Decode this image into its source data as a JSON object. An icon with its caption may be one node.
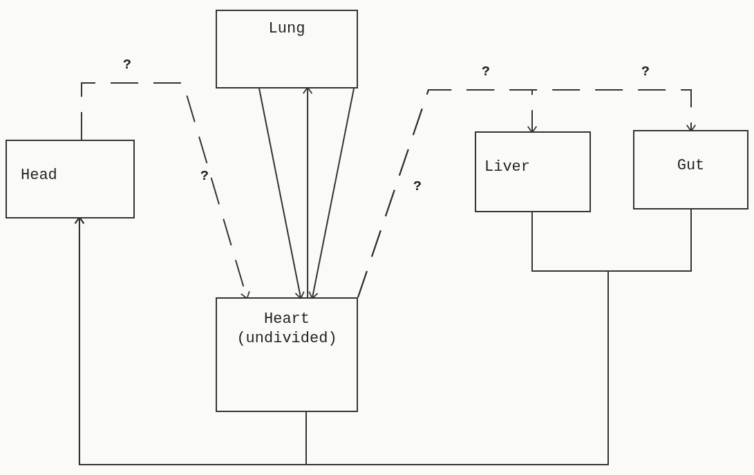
{
  "diagram": {
    "nodes": [
      {
        "text": [
          "Lung"
        ]
      },
      {
        "text": [
          "Head"
        ]
      },
      {
        "text": [
          "Liver"
        ]
      },
      {
        "text": [
          "Gut"
        ]
      },
      {
        "text": [
          "Heart (undivided)"
        ]
      }
    ],
    "edges": [
      {
        "from": 0,
        "to": 4,
        "arrow": "to"
      },
      {
        "from": 4,
        "to": 0,
        "arrow": "to"
      },
      {
        "from": 0,
        "to": 4,
        "arrow": "to"
      },
      {
        "from": 1,
        "to": 4,
        "arrow": "to",
        "style": "dashed",
        "label": "?"
      },
      {
        "from": 4,
        "to": 2,
        "arrow": "to",
        "style": "dashed",
        "label": "?"
      },
      {
        "from": 4,
        "to": 3,
        "arrow": "to",
        "style": "dashed",
        "label": "?"
      },
      {
        "from": 2,
        "to": 1,
        "arrow": "to"
      },
      {
        "from": 3,
        "to": 1,
        "arrow": "to"
      },
      {
        "from": 4,
        "to": 1,
        "arrow": "to"
      }
    ],
    "labels": [
      "?",
      "?"
    ]
  }
}
